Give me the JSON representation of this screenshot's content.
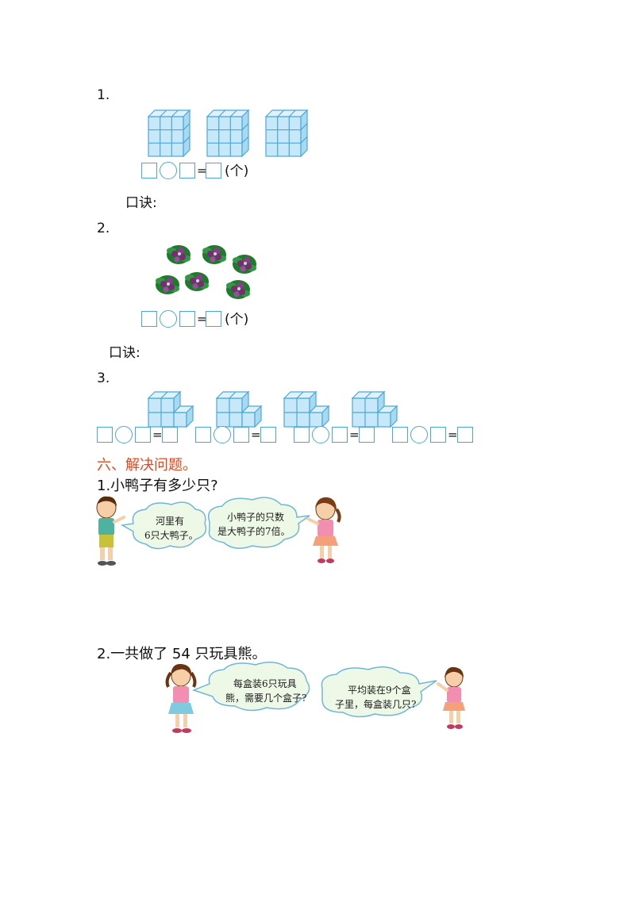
{
  "section5": {
    "q1": {
      "number": "1.",
      "unit": "(个)",
      "formula_label": "口诀:"
    },
    "q2": {
      "number": "2.",
      "unit": "(个)",
      "formula_label": "口诀:"
    },
    "q3": {
      "number": "3."
    }
  },
  "section6": {
    "title": "六、解决问题。",
    "title_color": "#e8461e",
    "q1": {
      "text": "1.小鸭子有多少只?",
      "bubble_left": [
        "河里有",
        "6只大鸭子。"
      ],
      "bubble_right": [
        "小鸭子的只数",
        "是大鸭子的7倍。"
      ]
    },
    "q2": {
      "text": "2.一共做了 54 只玩具熊。",
      "bubble_left": [
        "每盒装6只玩具",
        "熊，需要几个盒子?"
      ],
      "bubble_right": [
        "平均装在9个盒",
        "子里，每盒装几只?"
      ]
    }
  },
  "colors": {
    "cube_fill": "#c6e8f8",
    "cube_edge": "#4aa8d8",
    "bubble_fill": "#eef8e6",
    "bubble_edge": "#6fb7d9",
    "flower_leaf": "#1f7a2e",
    "flower_petal": "#7a2a78"
  },
  "icons": [
    "cube-block",
    "flower-bunch",
    "boy-figure",
    "girl-figure",
    "speech-bubble"
  ]
}
